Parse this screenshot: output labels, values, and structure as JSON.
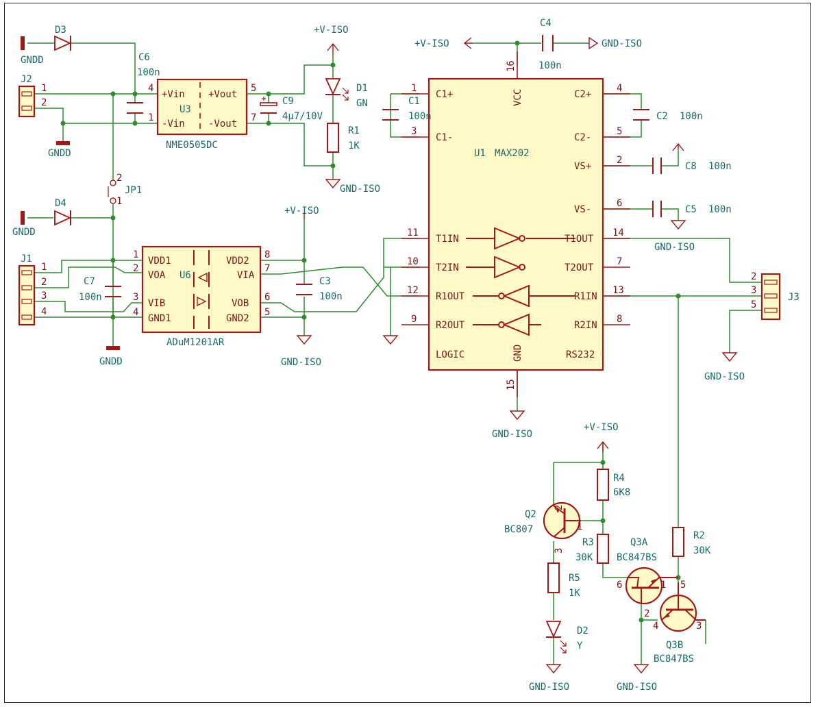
{
  "components": {
    "d3": {
      "ref": "D3"
    },
    "d4": {
      "ref": "D4"
    },
    "j2": {
      "ref": "J2",
      "pins": [
        "1",
        "2"
      ]
    },
    "j1": {
      "ref": "J1",
      "pins": [
        "1",
        "2",
        "3",
        "4"
      ]
    },
    "j3": {
      "ref": "J3",
      "pins": [
        "2",
        "3",
        "5"
      ]
    },
    "c6": {
      "ref": "C6",
      "value": "100n"
    },
    "c7": {
      "ref": "C7",
      "value": "100n"
    },
    "c3": {
      "ref": "C3",
      "value": "100n"
    },
    "c9": {
      "ref": "C9",
      "value": "4µ7/10V"
    },
    "c1": {
      "ref": "C1",
      "value": "100n"
    },
    "c2": {
      "ref": "C2",
      "value": "100n"
    },
    "c4": {
      "ref": "C4",
      "value": "100n"
    },
    "c5": {
      "ref": "C5",
      "value": "100n"
    },
    "c8": {
      "ref": "C8",
      "value": "100n"
    },
    "u3": {
      "ref": "U3",
      "value": "NME0505DC",
      "pins_left": [
        "+Vin",
        "-Vin"
      ],
      "pins_right": [
        "+Vout",
        "-Vout"
      ],
      "pin_nums": [
        "4",
        "1",
        "5",
        "7"
      ]
    },
    "u6": {
      "ref": "U6",
      "value": "ADuM1201AR",
      "pins_left": [
        "VDD1",
        "VOA",
        "VIB",
        "GND1"
      ],
      "pins_right": [
        "VDD2",
        "VIA",
        "VOB",
        "GND2"
      ],
      "nums_left": [
        "1",
        "2",
        "3",
        "4"
      ],
      "nums_right": [
        "8",
        "7",
        "6",
        "5"
      ]
    },
    "u1": {
      "ref": "U1",
      "value": "MAX202",
      "pins_left": [
        "C1+",
        "C1-",
        "T1IN",
        "T2IN",
        "R1OUT",
        "R2OUT"
      ],
      "nums_left": [
        "1",
        "3",
        "11",
        "10",
        "12",
        "9"
      ],
      "pins_right": [
        "C2+",
        "C2-",
        "VS+",
        "VS-",
        "T1OUT",
        "T2OUT",
        "R1IN",
        "R2IN"
      ],
      "nums_right": [
        "4",
        "5",
        "2",
        "6",
        "14",
        "7",
        "13",
        "8"
      ],
      "vcc": "VCC",
      "vcc_pin": "16",
      "gnd": "GND",
      "gnd_pin": "15",
      "logic": "LOGIC",
      "rs232": "RS232"
    },
    "d1": {
      "ref": "D1",
      "value": "GN"
    },
    "d2": {
      "ref": "D2",
      "value": "Y"
    },
    "r1": {
      "ref": "R1",
      "value": "1K"
    },
    "r2": {
      "ref": "R2",
      "value": "30K"
    },
    "r3": {
      "ref": "R3",
      "value": "30K"
    },
    "r4": {
      "ref": "R4",
      "value": "6K8"
    },
    "r5": {
      "ref": "R5",
      "value": "1K"
    },
    "q2": {
      "ref": "Q2",
      "value": "BC807",
      "pins": [
        "2",
        "1",
        "3"
      ]
    },
    "q3a": {
      "ref": "Q3A",
      "value": "BC847BS",
      "pins": [
        "6",
        "1",
        "2"
      ]
    },
    "q3b": {
      "ref": "Q3B",
      "value": "BC847BS",
      "pins": [
        "5",
        "4",
        "3"
      ]
    },
    "jp1": {
      "ref": "JP1",
      "pins": [
        "2",
        "1"
      ]
    }
  },
  "nets": {
    "gndd": "GNDD",
    "gnd_iso": "GND-ISO",
    "v_iso": "+V-ISO"
  }
}
